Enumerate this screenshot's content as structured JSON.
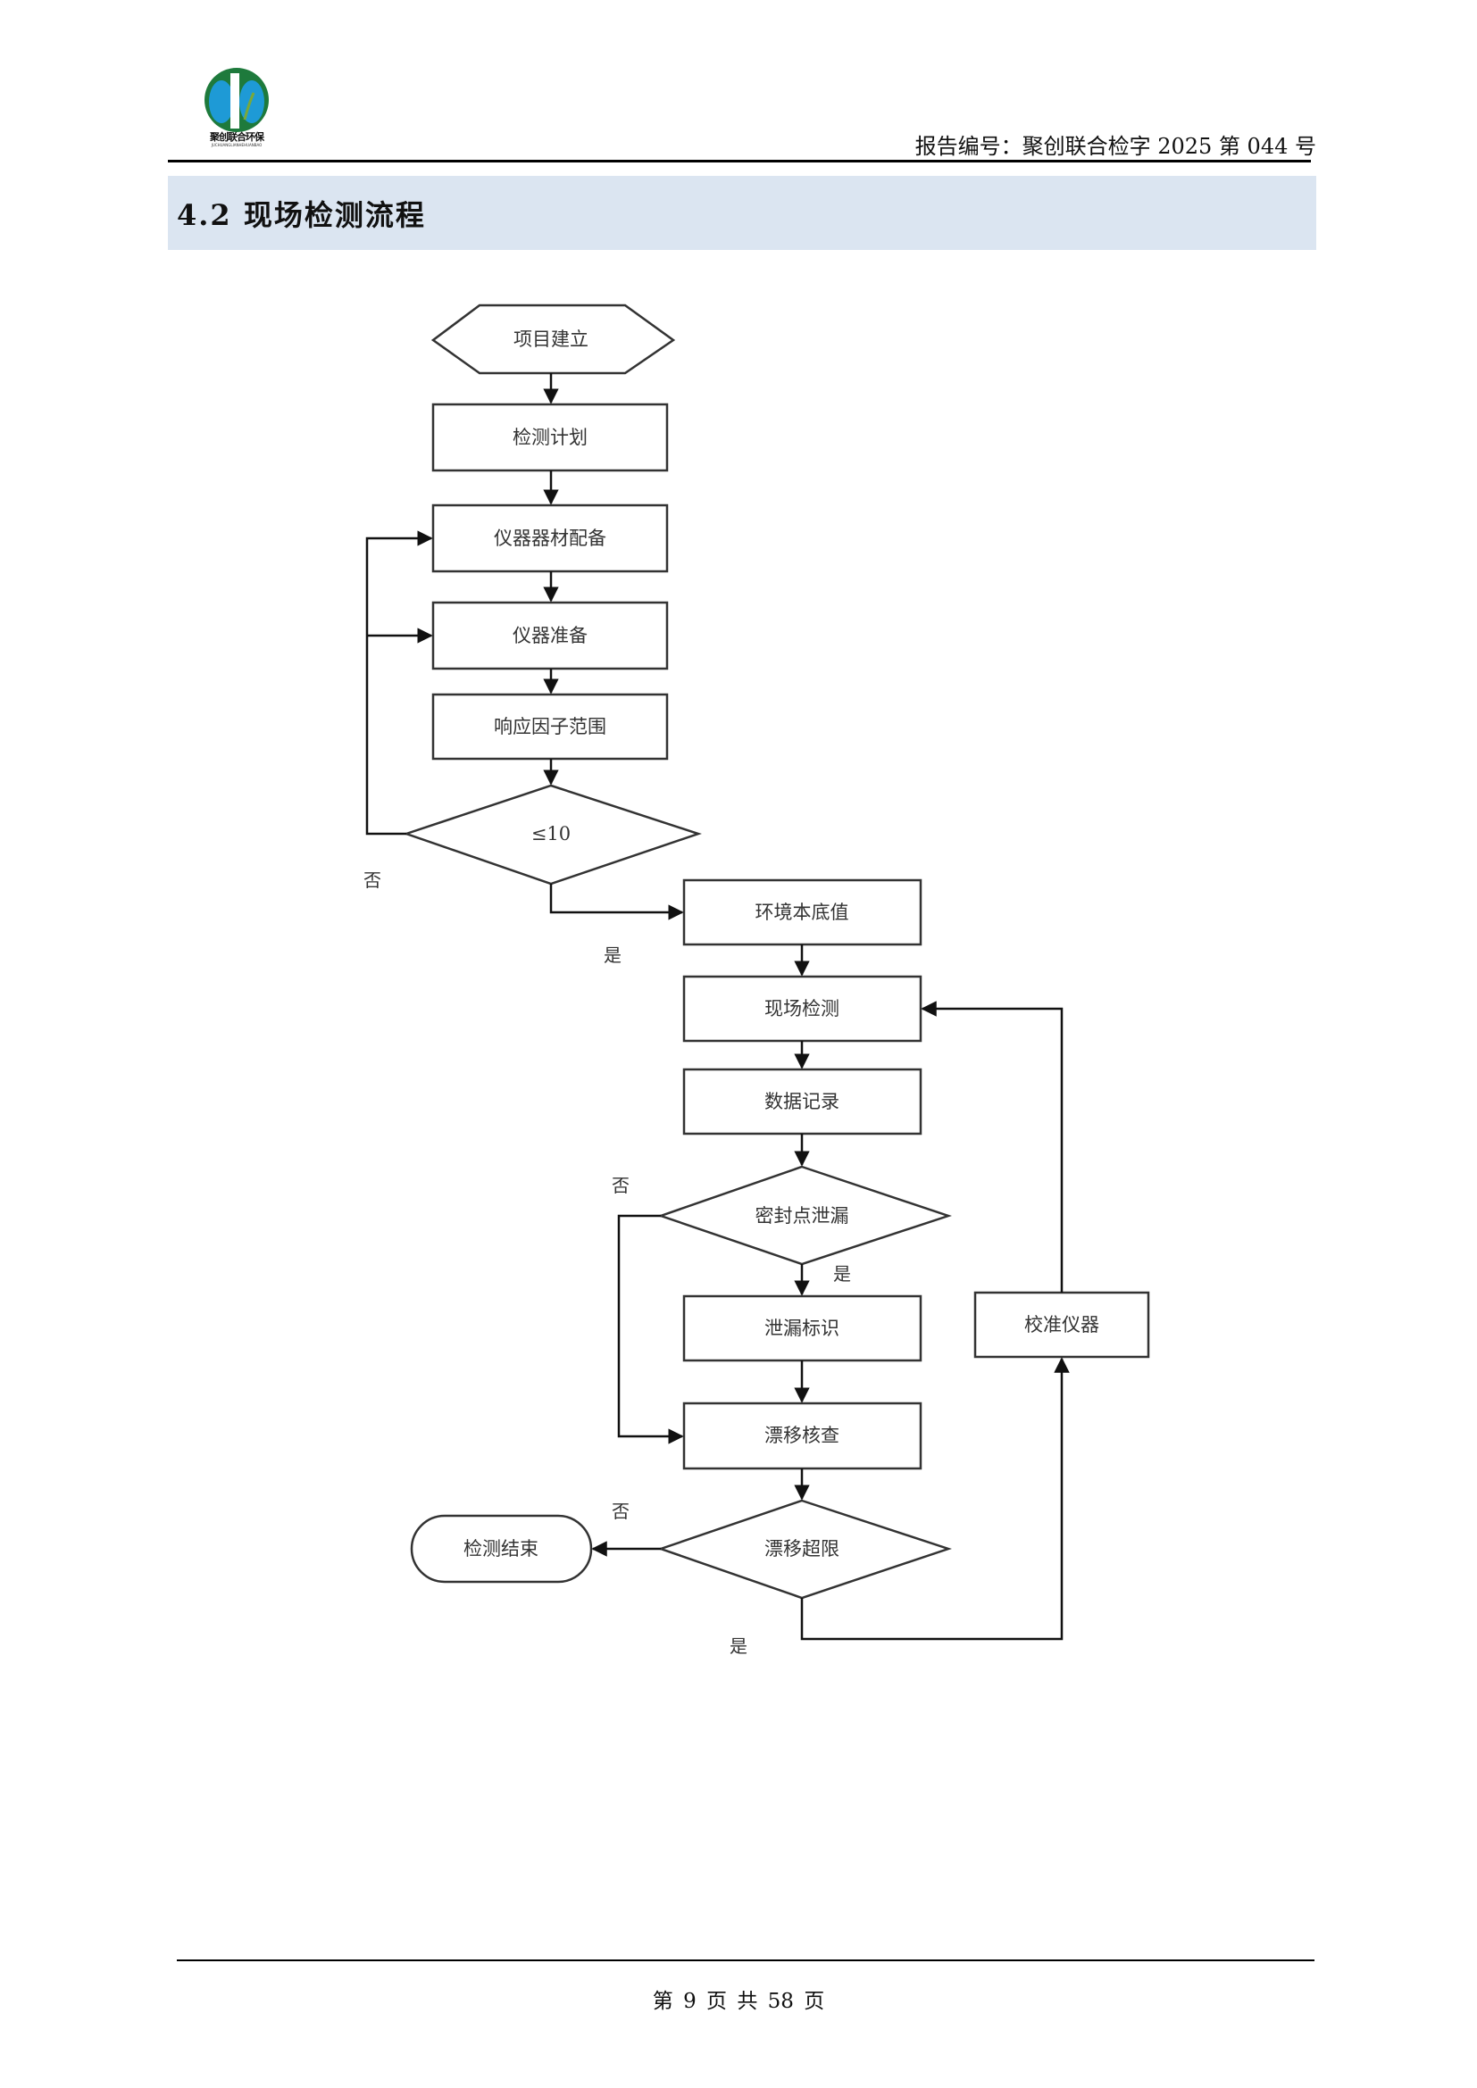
{
  "header": {
    "logo_name": "聚创联合环保",
    "logo_subtitle": "JUCHUANGLIANHEHUANBAO",
    "report_number": "报告编号：聚创联合检字 2025 第 044 号",
    "brand_colors": {
      "green": "#1e7a3c",
      "blue": "#1e9ad6"
    }
  },
  "section": {
    "title": "4.2  现场检测流程",
    "band_color": "#dbe5f1"
  },
  "flowchart": {
    "nodes": [
      {
        "id": "n1",
        "shape": "hexagon",
        "label": "项目建立"
      },
      {
        "id": "n2",
        "shape": "process",
        "label": "检测计划"
      },
      {
        "id": "n3",
        "shape": "process",
        "label": "仪器器材配备"
      },
      {
        "id": "n4",
        "shape": "process",
        "label": "仪器准备"
      },
      {
        "id": "n5",
        "shape": "process",
        "label": "响应因子范围"
      },
      {
        "id": "n6",
        "shape": "decision",
        "label": "≤10"
      },
      {
        "id": "n7",
        "shape": "process",
        "label": "环境本底值"
      },
      {
        "id": "n8",
        "shape": "process",
        "label": "现场检测"
      },
      {
        "id": "n9",
        "shape": "process",
        "label": "数据记录"
      },
      {
        "id": "n10",
        "shape": "decision",
        "label": "密封点泄漏"
      },
      {
        "id": "n11",
        "shape": "process",
        "label": "泄漏标识"
      },
      {
        "id": "n12",
        "shape": "process",
        "label": "漂移核查"
      },
      {
        "id": "n13",
        "shape": "decision",
        "label": "漂移超限"
      },
      {
        "id": "n14",
        "shape": "terminator",
        "label": "检测结束"
      },
      {
        "id": "n15",
        "shape": "process",
        "label": "校准仪器"
      }
    ],
    "edges": [
      {
        "from": "n1",
        "to": "n2",
        "label": ""
      },
      {
        "from": "n2",
        "to": "n3",
        "label": ""
      },
      {
        "from": "n3",
        "to": "n4",
        "label": ""
      },
      {
        "from": "n4",
        "to": "n5",
        "label": ""
      },
      {
        "from": "n5",
        "to": "n6",
        "label": ""
      },
      {
        "from": "n6",
        "to": "n3",
        "label": "否"
      },
      {
        "from": "n6",
        "to": "n4",
        "label": "否"
      },
      {
        "from": "n6",
        "to": "n7",
        "label": "是"
      },
      {
        "from": "n7",
        "to": "n8",
        "label": ""
      },
      {
        "from": "n8",
        "to": "n9",
        "label": ""
      },
      {
        "from": "n9",
        "to": "n10",
        "label": ""
      },
      {
        "from": "n10",
        "to": "n11",
        "label": "是"
      },
      {
        "from": "n10",
        "to": "n12",
        "label": "否"
      },
      {
        "from": "n11",
        "to": "n12",
        "label": ""
      },
      {
        "from": "n12",
        "to": "n13",
        "label": ""
      },
      {
        "from": "n13",
        "to": "n14",
        "label": "否"
      },
      {
        "from": "n13",
        "to": "n15",
        "label": "是"
      },
      {
        "from": "n15",
        "to": "n8",
        "label": ""
      }
    ],
    "edge_labels": {
      "no": "否",
      "yes": "是"
    }
  },
  "footer": {
    "page_text": "第 9 页 共 58 页",
    "current_page": 9,
    "total_pages": 58
  }
}
